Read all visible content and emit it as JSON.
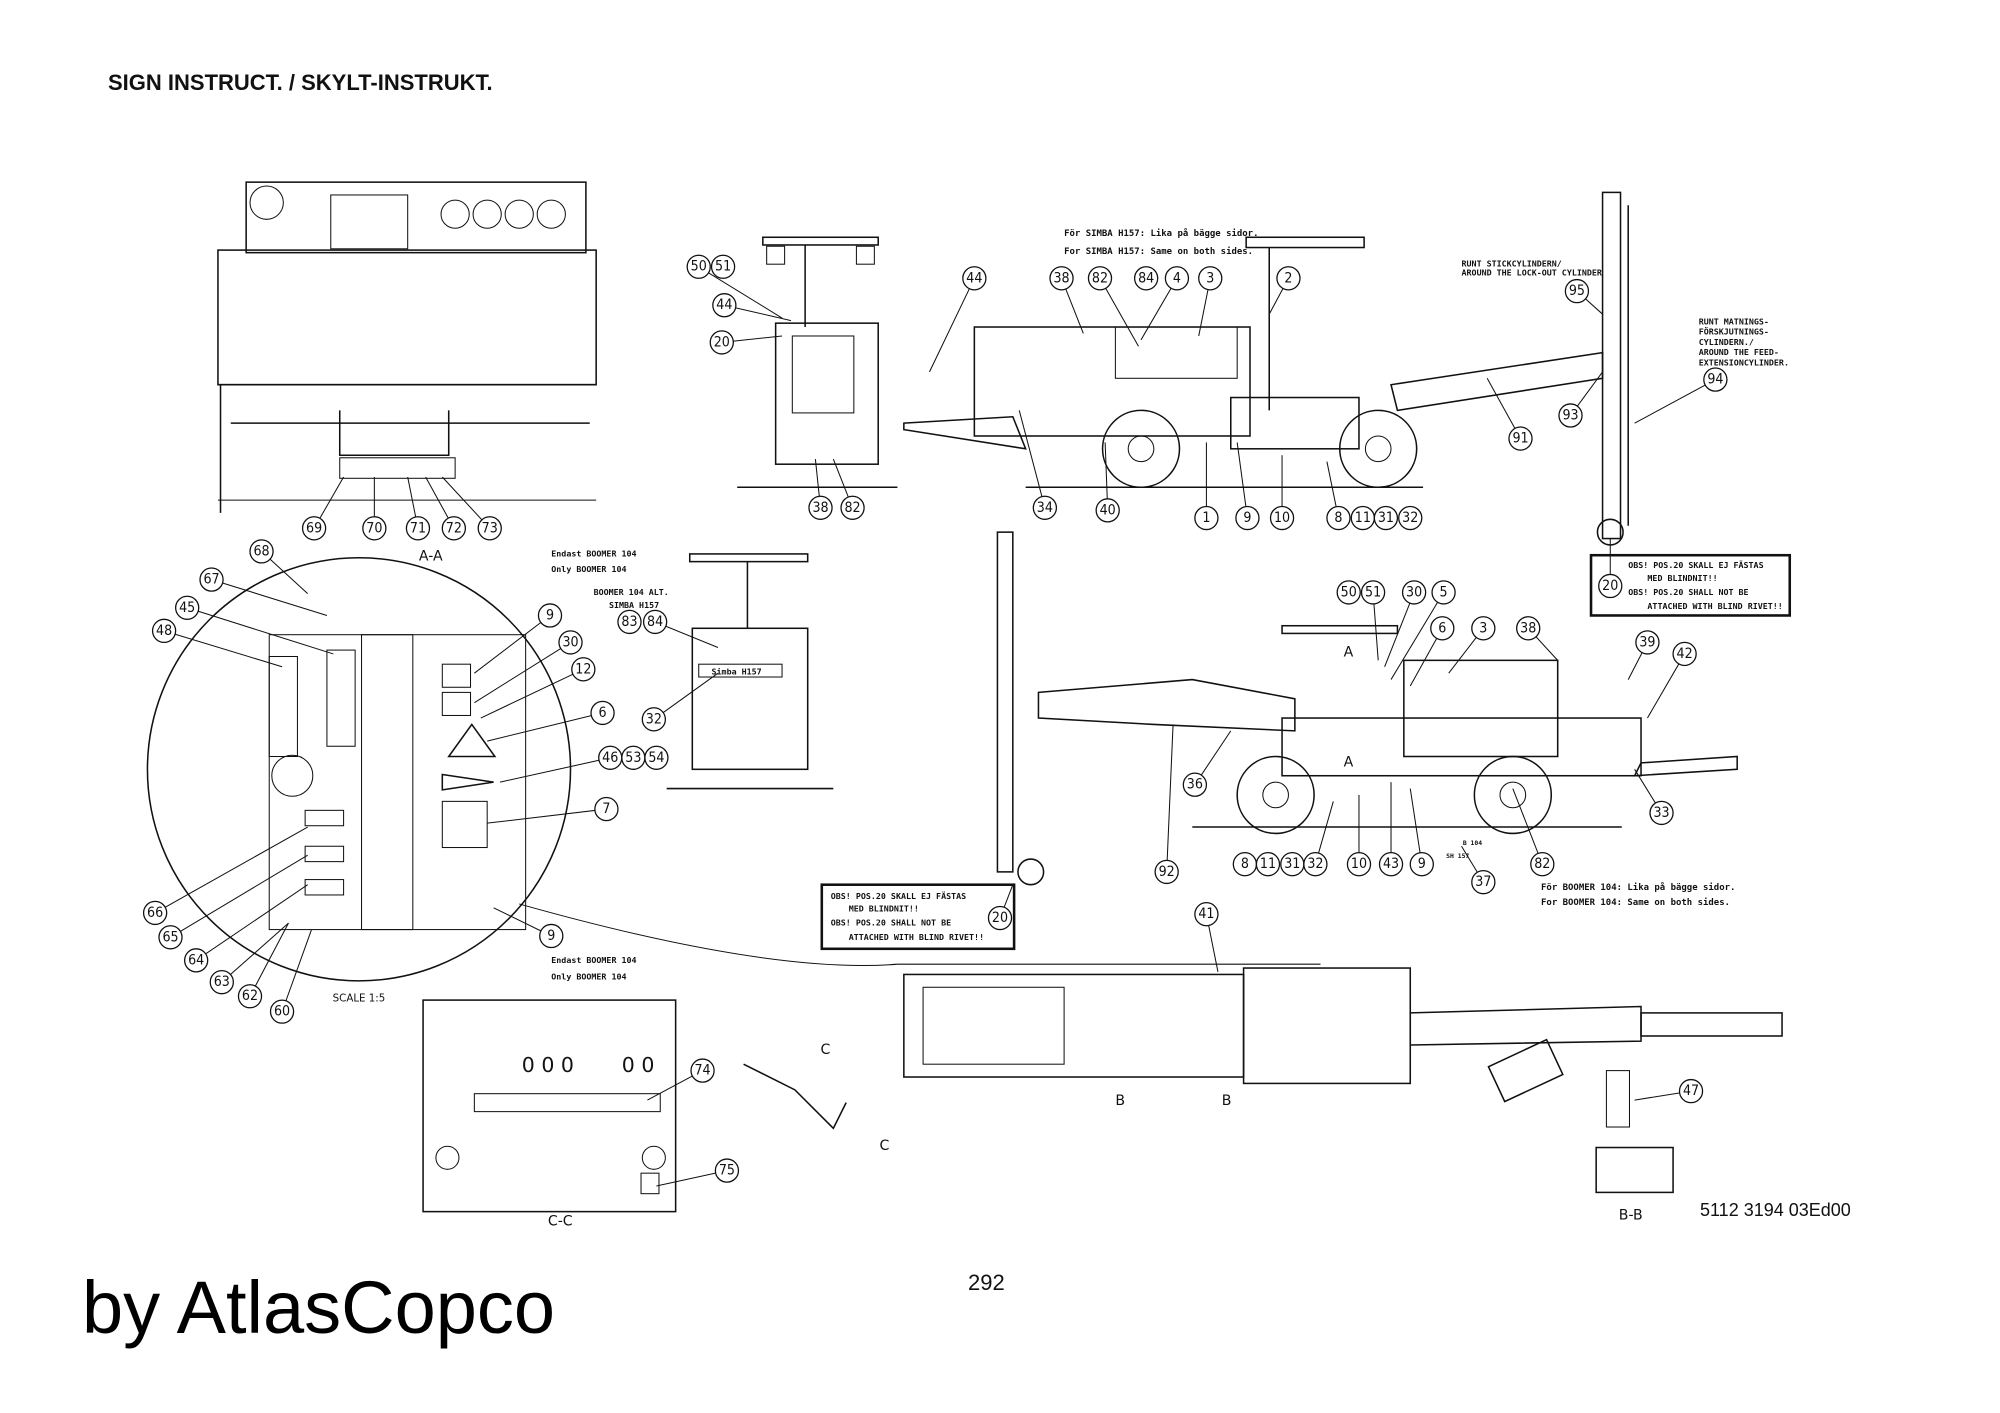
{
  "title": "SIGN INSTRUCT. / SKYLT-INSTRUKT.",
  "brand": "by AtlasCopco",
  "page_number": "292",
  "drawing_number": "5112 3194 03Ed00",
  "section_labels": {
    "aa": "A-A",
    "bb": "B-B",
    "cc": "C-C",
    "scale": "SCALE 1:5",
    "a": "A",
    "b": "B",
    "c": "C"
  },
  "notes": {
    "only_boomer_sv": "Endast BOOMER 104",
    "only_boomer_en": "Only BOOMER 104",
    "simba_sv": "För SIMBA H157: Lika på bägge sidor.",
    "simba_en": "For SIMBA H157: Same on both sides.",
    "boomer_sv": "För BOOMER 104: Lika på bägge sidor.",
    "boomer_en": "For BOOMER 104: Same on both sides.",
    "lockout_sv": "RUNT STICKCYLINDERN/",
    "lockout_en": "AROUND THE LOCK-OUT CYLINDER",
    "feed_1": "RUNT MATNINGS-",
    "feed_2": "FÖRSKJUTNINGS-",
    "feed_3": "CYLINDERN./",
    "feed_4": "AROUND THE FEED-",
    "feed_5": "EXTENSIONCYLINDER.",
    "alt_1": "BOOMER 104  ALT.",
    "alt_2": "SIMBA H157",
    "b104": "B 104",
    "sh157": "SH 157",
    "obs_1": "OBS! POS.20 SKALL EJ FÄSTAS",
    "obs_2": "MED BLINDNIT!!",
    "obs_3": "OBS! POS.20 SHALL NOT BE",
    "obs_4": "ATTACHED WITH BLIND RIVET!!",
    "simba_plate": "Simba H157"
  },
  "callouts": [
    "69",
    "70",
    "71",
    "72",
    "73",
    "68",
    "67",
    "45",
    "48",
    "9",
    "30",
    "12",
    "6",
    "46",
    "53",
    "54",
    "7",
    "66",
    "65",
    "64",
    "63",
    "62",
    "60",
    "9",
    "50",
    "51",
    "44",
    "20",
    "38",
    "82",
    "44",
    "38",
    "82",
    "84",
    "4",
    "3",
    "2",
    "34",
    "40",
    "1",
    "9",
    "10",
    "8",
    "11",
    "31",
    "32",
    "91",
    "95",
    "93",
    "94",
    "20",
    "83",
    "84",
    "32",
    "50",
    "51",
    "30",
    "5",
    "6",
    "3",
    "38",
    "39",
    "42",
    "33",
    "36",
    "92",
    "8",
    "11",
    "31",
    "32",
    "10",
    "43",
    "9",
    "37",
    "82",
    "20",
    "41",
    "47",
    "74",
    "75"
  ]
}
